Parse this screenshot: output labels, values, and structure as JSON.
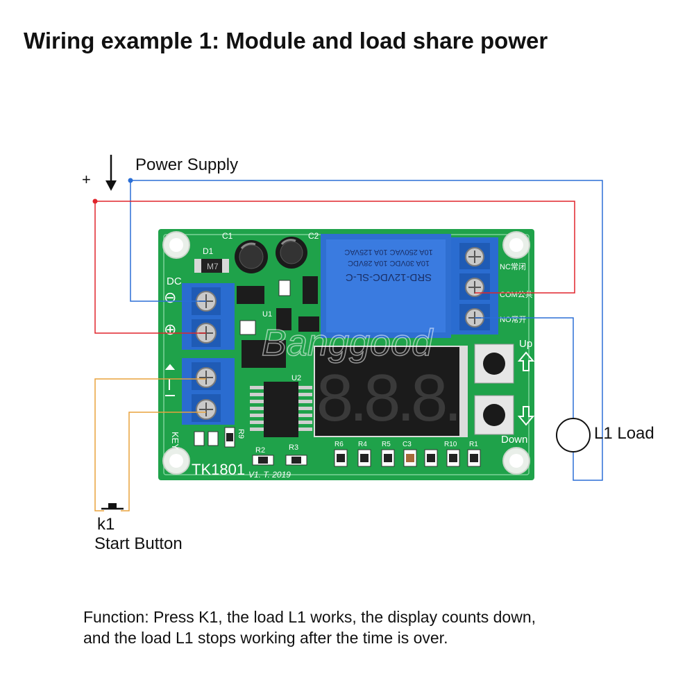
{
  "title": "Wiring example 1: Module and load share power",
  "power_supply_label": "Power Supply",
  "plus_sign": "+",
  "load_label": "L1 Load",
  "button_id": "k1",
  "button_label": "Start Button",
  "function_line1": "Function: Press K1, the load L1 works, the display counts down,",
  "function_line2": "and the load L1 stops working after the time is over.",
  "board": {
    "model": "TK1801",
    "version": "V1. T. 2019",
    "relay_line1": "SRD-12VDC-SL-C",
    "relay_line2": "10A 30VDC  10A 28VDC",
    "relay_line3": "10A 250VAC  10A 125VAC",
    "dc_label": "DC",
    "minus_symbol": "⊖",
    "plus_symbol": "⊕",
    "key_label": "KEY",
    "nc_label": "NC常闭",
    "com_label": "COM公共",
    "no_label": "NO常开",
    "up_label": "Up",
    "down_label": "Down",
    "display_digits": "8.8.8.",
    "watermark": "Banggood",
    "components": {
      "c1": "C1",
      "c2": "C2",
      "d1": "D1",
      "d1_marking": "M7",
      "u1": "U1",
      "u2": "U2",
      "r2": "R2",
      "r3": "R3",
      "r9": "R9",
      "r6": "R6",
      "r4": "R4",
      "r5": "R5",
      "c3": "C3",
      "r10": "R10",
      "r1": "R1"
    }
  },
  "colors": {
    "positive_wire": "#e0242b",
    "negative_wire": "#2b6fd6",
    "key_wire": "#e8a23c",
    "pcb": "#1fa24a",
    "terminal": "#2a6cd0",
    "relay": "#2f6fd1"
  }
}
